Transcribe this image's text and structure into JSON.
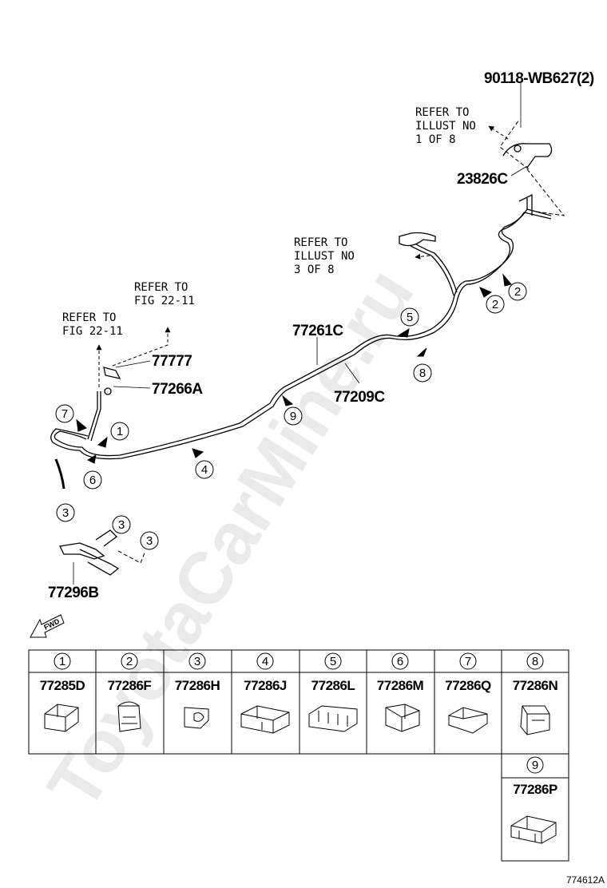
{
  "watermark": "ToyotaCarMine.ru",
  "figure_id": "774612A",
  "fwd_label": "FWD",
  "refs": {
    "illust_1_of_8": [
      "REFER TO",
      "ILLUST NO",
      "1 OF 8"
    ],
    "illust_3_of_8": [
      "REFER TO",
      "ILLUST NO",
      "3 OF 8"
    ],
    "fig_22_11_right": [
      "REFER TO",
      "FIG 22-11"
    ],
    "fig_22_11_left": [
      "REFER TO",
      "FIG 22-11"
    ]
  },
  "part_labels": {
    "p90118": "90118-WB627(2)",
    "p23826c": "23826C",
    "p77261c": "77261C",
    "p77209c": "77209C",
    "p77777": "77777",
    "p77266a": "77266A",
    "p77296b": "77296B"
  },
  "callouts": {
    "c1": "1",
    "c2a": "2",
    "c2b": "2",
    "c3a": "3",
    "c3b": "3",
    "c3c": "3",
    "c4": "4",
    "c5": "5",
    "c6": "6",
    "c7": "7",
    "c8": "8",
    "c9": "9"
  },
  "clip_table": [
    {
      "num": "1",
      "part": "77285D"
    },
    {
      "num": "2",
      "part": "77286F"
    },
    {
      "num": "3",
      "part": "77286H"
    },
    {
      "num": "4",
      "part": "77286J"
    },
    {
      "num": "5",
      "part": "77286L"
    },
    {
      "num": "6",
      "part": "77286M"
    },
    {
      "num": "7",
      "part": "77286Q"
    },
    {
      "num": "8",
      "part": "77286N"
    },
    {
      "num": "9",
      "part": "77286P"
    }
  ]
}
